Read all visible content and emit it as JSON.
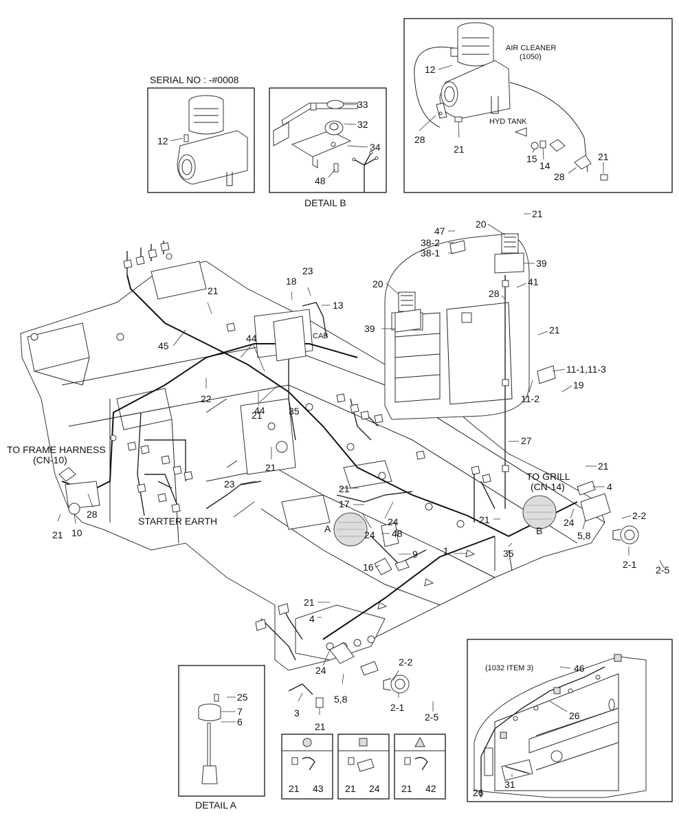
{
  "titles": {
    "serial_no": "SERIAL NO : -#0008",
    "detail_b": "DETAIL B",
    "detail_a": "DETAIL A",
    "item_ref": "(1032 ITEM 3)"
  },
  "annotations": {
    "air_cleaner_1": "AIR CLEANER",
    "air_cleaner_2": "(1050)",
    "hyd_tank": "HYD TANK",
    "cab": "CAB",
    "frame_harness_1": "TO FRAME HARNESS",
    "frame_harness_2": "(CN-10)",
    "grill_1": "TO GRILL",
    "grill_2": "(CN-14)",
    "starter_earth": "STARTER EARTH",
    "ref_a": "A",
    "ref_b": "B"
  },
  "callouts": {
    "serial": {
      "c12": "12"
    },
    "detailb": {
      "c33": "33",
      "c32": "32",
      "c34": "34",
      "c48": "48"
    },
    "aircleaner": {
      "c12": "12",
      "c28a": "28",
      "c21a": "21",
      "c15": "15",
      "c14": "14",
      "c28b": "28",
      "c21b": "21"
    },
    "main": [
      "21",
      "23",
      "18",
      "13",
      "45",
      "44",
      "22",
      "44",
      "21",
      "35",
      "21",
      "23",
      "28",
      "21",
      "10",
      "47",
      "38-2",
      "38-1",
      "20",
      "21",
      "20",
      "39",
      "39",
      "28",
      "41",
      "21",
      "11-1,11-3",
      "11-2",
      "19",
      "27",
      "21",
      "4",
      "2-2",
      "2-1",
      "2-5",
      "5,8",
      "24",
      "21",
      "17",
      "24",
      "24",
      "48",
      "9",
      "16",
      "1",
      "35",
      "21",
      "4",
      "24",
      "2-2",
      "2-1",
      "2-5",
      "5,8",
      "3",
      "21",
      "21"
    ],
    "detaila": {
      "c25": "25",
      "c7": "7",
      "c6": "6"
    },
    "clips": [
      {
        "a": "21",
        "b": "43"
      },
      {
        "a": "21",
        "b": "24"
      },
      {
        "a": "21",
        "b": "42"
      }
    ],
    "radiator": {
      "c46": "46",
      "c26a": "26",
      "c26b": "26",
      "c31": "31"
    }
  },
  "symbols": {
    "clip_types": [
      "circle-symbol",
      "square-symbol",
      "triangle-symbol"
    ]
  }
}
